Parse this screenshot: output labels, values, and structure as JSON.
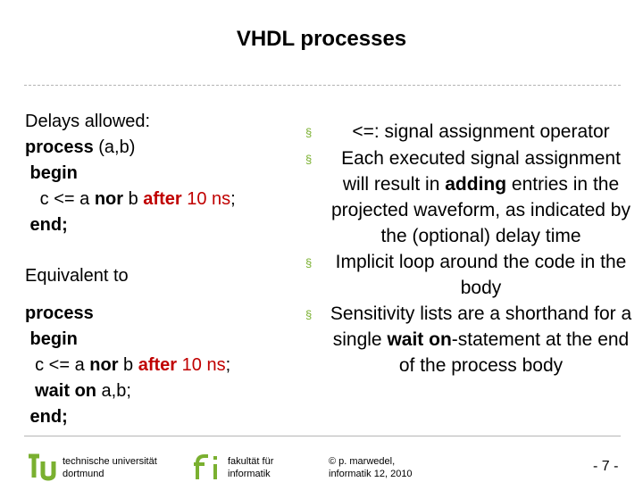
{
  "slide": {
    "title": "VHDL processes"
  },
  "left": {
    "delays_label": "Delays allowed:",
    "code1": {
      "process": "process",
      "process_args": " (a,b)",
      "begin": " begin",
      "assign_pre": "   c <= a ",
      "nor": "nor",
      "b": " b ",
      "after": "after",
      "delay_val": " 10 ns",
      "semicolon": ";",
      "end": " end;"
    },
    "equivalent": "Equivalent to",
    "code2": {
      "process": "process",
      "begin": " begin",
      "assign_pre": "  c <= a ",
      "nor": "nor",
      "b": " b ",
      "after": "after",
      "delay_val": " 10 ns",
      "semicolon": ";",
      "wait": "  wait on",
      "wait_args": " a,b;",
      "end": " end;"
    }
  },
  "bullets": [
    {
      "text": "<=: signal assignment operator"
    },
    {
      "pre": "Each executed signal assignment will result in ",
      "bold": "adding",
      "post": " entries in the projected waveform, as indicated by the (optional) delay time"
    },
    {
      "text": "Implicit loop around the code in the body"
    },
    {
      "pre": "Sensitivity lists are a shorthand for a single ",
      "bold": "wait on",
      "post": "-statement at the end of the process body"
    }
  ],
  "bullet_mark": "§",
  "footer": {
    "tu_logo": "tu",
    "uni_line1": "technische universität",
    "uni_line2": "dortmund",
    "fi_logo": "fi",
    "fak_line1": "fakultät für",
    "fak_line2": "informatik",
    "copy_line1": "© p. marwedel,",
    "copy_line2": "informatik 12,  2010",
    "page": "-  7 -"
  },
  "colors": {
    "accent_green": "#7ab030",
    "accent_red": "#c00000"
  }
}
